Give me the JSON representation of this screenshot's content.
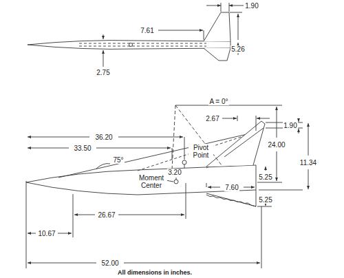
{
  "diagram": {
    "labels": [
      "1.90",
      "7.61",
      "5.26",
      "2.75",
      "A = 0°",
      "24.00",
      "2.67",
      "36.20",
      "33.50",
      "75°",
      "Pivot Point",
      "1.90",
      "11.34",
      "5.25",
      "3.20",
      "7.60",
      "5.25",
      "Moment Center",
      "10.67",
      "26.67",
      "52.00",
      "All dimensions in inches."
    ]
  }
}
